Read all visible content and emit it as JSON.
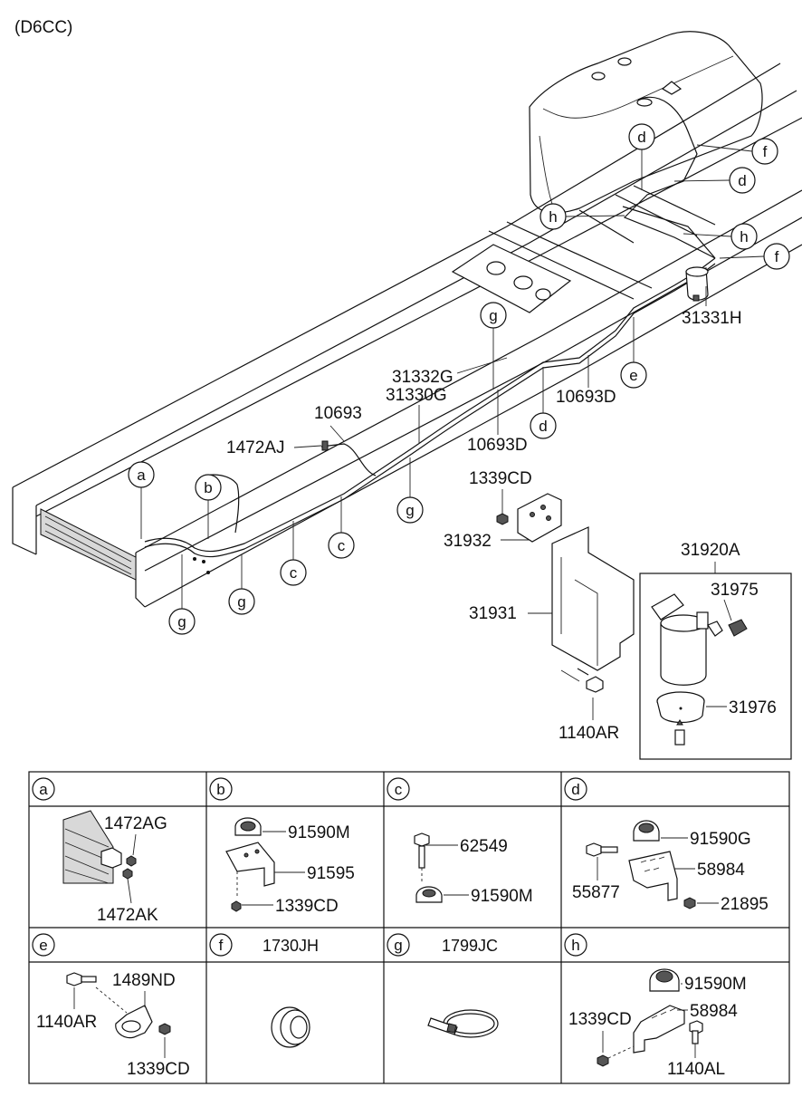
{
  "engine_code": "(D6CC)",
  "main_callouts": {
    "c31331H": "31331H",
    "c31332G": "31332G",
    "c31330G": "31330G",
    "c10693": "10693",
    "c10693D_a": "10693D",
    "c10693D_b": "10693D",
    "c1472AJ": "1472AJ",
    "c1339CD": "1339CD",
    "c31932": "31932",
    "c31920A": "31920A",
    "c31975": "31975",
    "c31931": "31931",
    "c31976": "31976",
    "c1140AR": "1140AR"
  },
  "markers": {
    "d1": "d",
    "f1": "f",
    "d2": "d",
    "h1": "h",
    "h2": "h",
    "f2": "f",
    "g1": "g",
    "e1": "e",
    "d3": "d",
    "a1": "a",
    "b1": "b",
    "g2": "g",
    "c1": "c",
    "c2": "c",
    "g3": "g",
    "g4": "g"
  },
  "detail_table": {
    "a": {
      "letter": "a",
      "parts": [
        "1472AG",
        "1472AK"
      ]
    },
    "b": {
      "letter": "b",
      "parts": [
        "91590M",
        "91595",
        "1339CD"
      ]
    },
    "c": {
      "letter": "c",
      "parts": [
        "62549",
        "91590M"
      ]
    },
    "d": {
      "letter": "d",
      "parts": [
        "91590G",
        "58984",
        "55877",
        "21895"
      ]
    },
    "e": {
      "letter": "e",
      "parts": [
        "1489ND",
        "1140AR",
        "1339CD"
      ]
    },
    "f": {
      "letter": "f",
      "title": "1730JH"
    },
    "g": {
      "letter": "g",
      "title": "1799JC"
    },
    "h": {
      "letter": "h",
      "parts": [
        "91590M",
        "58984",
        "1339CD",
        "1140AL"
      ]
    }
  }
}
